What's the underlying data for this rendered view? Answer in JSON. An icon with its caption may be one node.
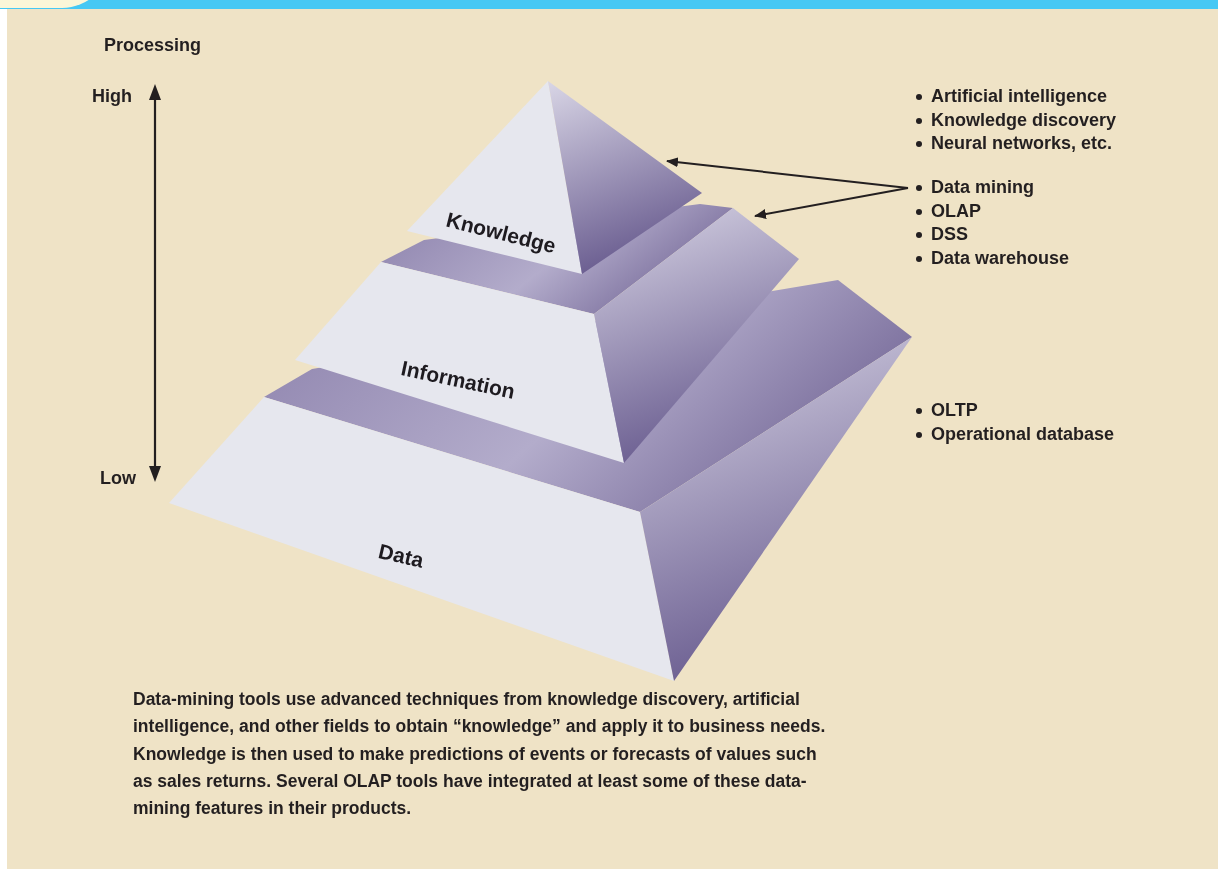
{
  "diagram": {
    "caption": "Data-mining tools use advanced techniques from knowledge discovery, artificial intelligence, and other fields to obtain “knowledge” and apply it to business needs. Knowledge is then used to make predictions of events or forecasts of values such as sales returns. Several OLAP tools have integrated at least some of these data-mining features in their products.",
    "nodes": [
      {
        "text": [
          "Knowledge"
        ]
      },
      {
        "text": [
          "Information"
        ]
      },
      {
        "text": [
          "Data"
        ]
      },
      {
        "text": [
          "Data mining",
          "OLAP",
          "DSS",
          "Data warehouse"
        ]
      }
    ],
    "edges": [
      {
        "from": 3,
        "to": 0,
        "arrow": "to"
      },
      {
        "from": 3,
        "to": 1,
        "arrow": "to"
      }
    ],
    "labels": [
      "Processing",
      "High",
      "Low",
      "Artificial intelligence",
      "Knowledge discovery",
      "Neural networks, etc.",
      "OLTP",
      "Operational database"
    ]
  }
}
